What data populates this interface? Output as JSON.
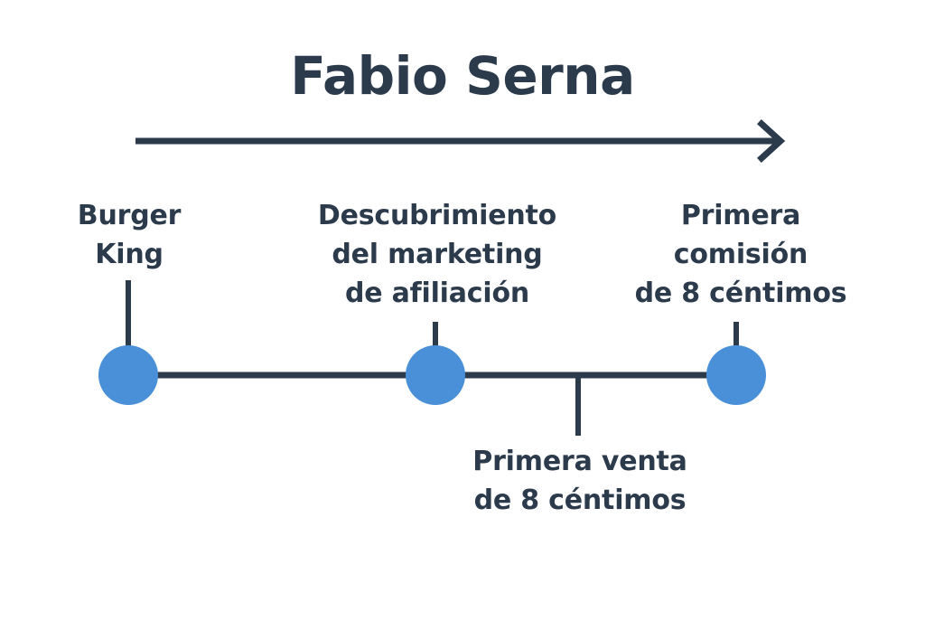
{
  "diagram": {
    "title": "Fabio Serna",
    "type": "timeline",
    "colors": {
      "ink": "#2c3b4b",
      "node": "#4a90d9",
      "background": "#ffffff"
    },
    "axis": {
      "name": "time-arrow",
      "direction": "left-to-right",
      "arrowhead": "chevron-right"
    },
    "milestones": [
      {
        "id": "burger-king",
        "position": "above",
        "node": true,
        "lines": [
          "Burger",
          "King"
        ]
      },
      {
        "id": "descubrimiento-marketing-afiliacion",
        "position": "above",
        "node": true,
        "lines": [
          "Descubrimiento",
          "del marketing",
          "de afiliación"
        ]
      },
      {
        "id": "primera-venta-8-centimos",
        "position": "below",
        "node": false,
        "lines": [
          "Primera venta",
          "de 8 céntimos"
        ]
      },
      {
        "id": "primera-comision-8-centimos",
        "position": "above",
        "node": true,
        "lines": [
          "Primera",
          "comisión",
          "de 8 céntimos"
        ]
      }
    ]
  }
}
